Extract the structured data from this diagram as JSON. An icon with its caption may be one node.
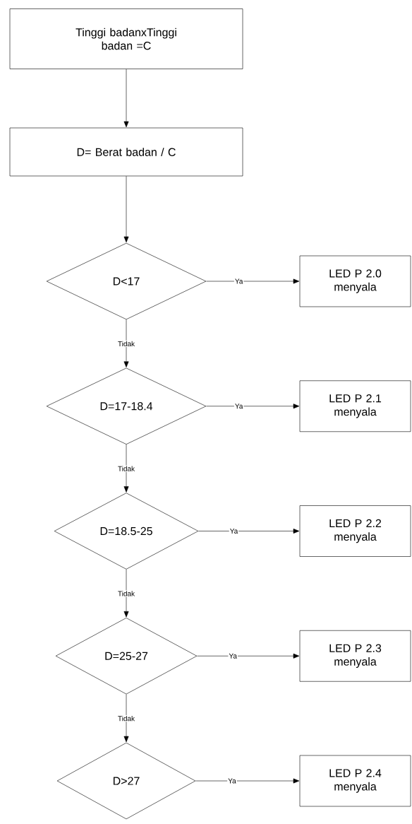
{
  "diagram": {
    "nodes": [
      {
        "text": [
          "Tinggi badanxTinggi badan =C"
        ]
      },
      {
        "text": [
          "D= Berat badan / C"
        ]
      },
      {
        "text": [
          "D<17"
        ]
      },
      {
        "text": [
          "LED P 2.0 menyala"
        ]
      },
      {
        "text": [
          "D=17-18.4"
        ]
      },
      {
        "text": [
          "LED P 2.1 menyala"
        ]
      },
      {
        "text": [
          "D=18.5-25"
        ]
      },
      {
        "text": [
          "LED P 2.2 menyala"
        ]
      },
      {
        "text": [
          "D=25-27"
        ]
      },
      {
        "text": [
          "LED P 2.3 menyala"
        ]
      },
      {
        "text": [
          "D>27"
        ]
      },
      {
        "text": [
          "LED P 2.4 menyala"
        ]
      }
    ],
    "edges": [
      {
        "from": 0,
        "to": 1,
        "arrow": "to"
      },
      {
        "from": 1,
        "to": 2,
        "arrow": "to"
      },
      {
        "from": 2,
        "to": 3,
        "arrow": "to",
        "label": "Ya"
      },
      {
        "from": 2,
        "to": 4,
        "arrow": "to",
        "label": "Tidak"
      },
      {
        "from": 4,
        "to": 5,
        "arrow": "to",
        "label": "Ya"
      },
      {
        "from": 4,
        "to": 6,
        "arrow": "to",
        "label": "Tidak"
      },
      {
        "from": 6,
        "to": 7,
        "arrow": "to",
        "label": "Ya"
      },
      {
        "from": 6,
        "to": 8,
        "arrow": "to",
        "label": "Tidak"
      },
      {
        "from": 8,
        "to": 9,
        "arrow": "to",
        "label": "Ya"
      },
      {
        "from": 8,
        "to": 10,
        "arrow": "to",
        "label": "Tidak"
      },
      {
        "from": 10,
        "to": 11,
        "arrow": "to",
        "label": "Ya"
      }
    ]
  }
}
